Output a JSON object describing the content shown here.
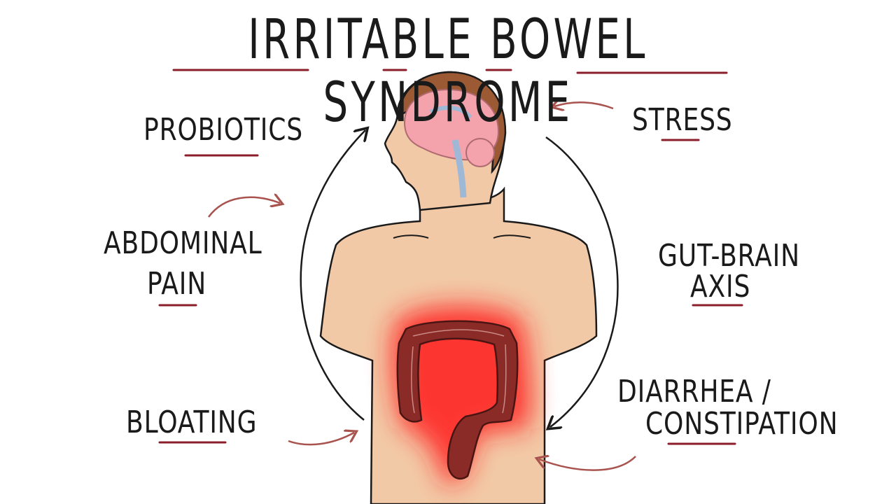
{
  "title": "IRRITABLE BOWEL SYNDROME",
  "labels": {
    "probiotics": "PROBIOTICS",
    "abdominal_line1": "ABDOMINAL",
    "abdominal_line2": "PAIN",
    "bloating": "BLOATING",
    "stress": "STRESS",
    "gutbrain_line1": "GUT-BRAIN",
    "gutbrain_line2": "AXIS",
    "diarrhea_line1": "DIARRHEA /",
    "diarrhea_line2": "CONSTIPATION"
  },
  "colors": {
    "ink": "#1a1a1a",
    "underline": "#8b1e2b",
    "arrow_red": "#a8534e",
    "skin": "#f2c9a6",
    "hair": "#9b5a34",
    "brain": "#f4a3ad",
    "colon": "#8b2b27",
    "glow": "#ff1a1a"
  }
}
